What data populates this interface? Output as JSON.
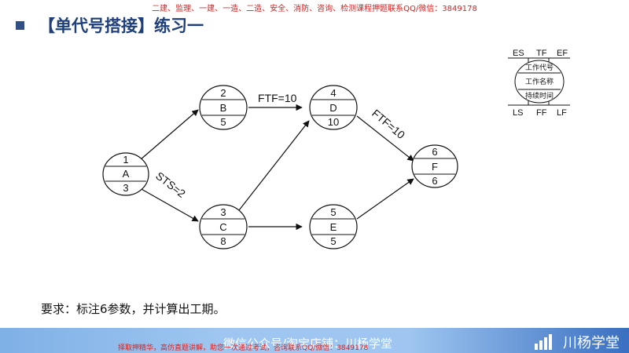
{
  "top_banner": "二建、监理、一建、一造、二造、安全、消防、咨询、检测课程押题联系QQ/微信：3849178",
  "title": "【单代号搭接】练习一",
  "nodes": [
    {
      "id": "1",
      "name": "A",
      "duration": "3"
    },
    {
      "id": "2",
      "name": "B",
      "duration": "5"
    },
    {
      "id": "3",
      "name": "C",
      "duration": "8"
    },
    {
      "id": "4",
      "name": "D",
      "duration": "10"
    },
    {
      "id": "5",
      "name": "E",
      "duration": "5"
    },
    {
      "id": "6",
      "name": "F",
      "duration": "6"
    }
  ],
  "edge_labels": {
    "b_d": "FTF=10",
    "a_c": "STS=2",
    "d_f": "FTF=10"
  },
  "legend": {
    "es": "ES",
    "tf": "TF",
    "ef": "EF",
    "ls": "LS",
    "ff": "FF",
    "lf": "LF",
    "code": "工作代号",
    "name": "工作名称",
    "duration": "持续时间"
  },
  "requirement": "要求：标注6参数，并计算出工期。",
  "footer": {
    "main": "微信公众号/淘宝店铺：川杨学堂",
    "red_note": "择取押精华，高仿直题讲解，助您一次通过考试，咨询联系QQ/微信：3849178",
    "brand": "川杨学堂"
  },
  "colors": {
    "title": "#1f3f7a",
    "banner_red": "#d42222",
    "footer_blue": "#9ec6f0"
  }
}
